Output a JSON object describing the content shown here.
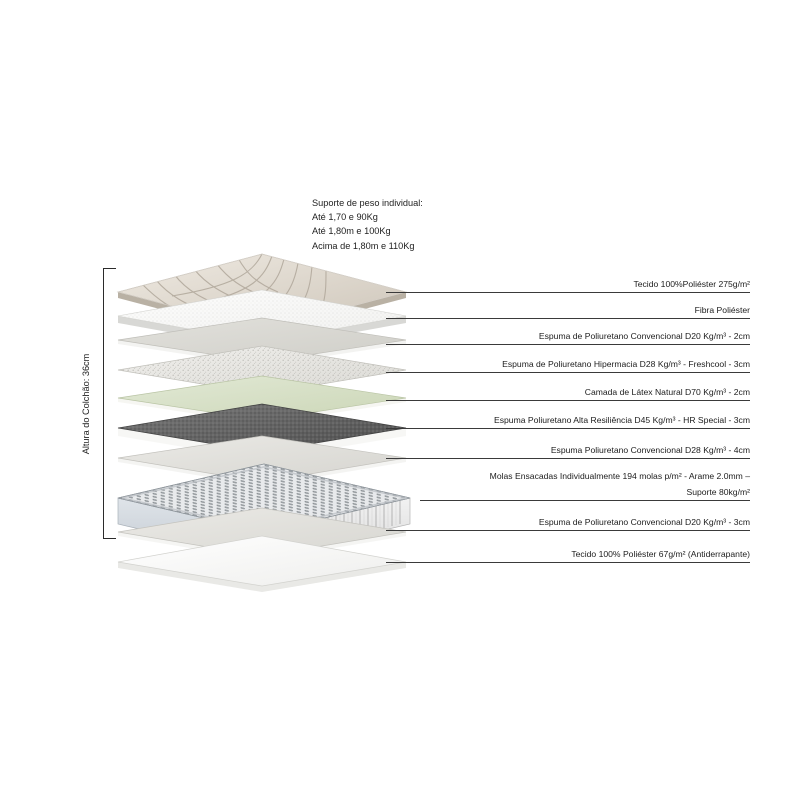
{
  "diagram": {
    "title": "Exploded mattress layer diagram",
    "weight_support": {
      "heading": "Suporte de peso individual:",
      "lines": [
        "Até 1,70 e 90Kg",
        "Até 1,80m e 100Kg",
        "Acima de 1,80m e 110Kg"
      ]
    },
    "height_bracket": {
      "label": "Altura do Colchão: 36cm"
    },
    "layers": [
      {
        "id": "top-cover",
        "label": "Tecido 100%Poliéster 275g/m²",
        "color": "#d9d2c8",
        "type": "quilted-fabric"
      },
      {
        "id": "fiber",
        "label": "Fibra Poliéster",
        "color": "#f3f3f1",
        "type": "fiber"
      },
      {
        "id": "foam-d20-2cm",
        "label": "Espuma de Poliuretano Convencional D20 Kg/m³ - 2cm",
        "color": "#d8d7d2",
        "type": "foam"
      },
      {
        "id": "foam-d28-freshcool",
        "label": "Espuma de Poliuretano Hipermacia D28 Kg/m³ - Freshcool - 3cm",
        "color": "#e3e2de",
        "type": "foam-speckled"
      },
      {
        "id": "latex-d70",
        "label": "Camada de Látex Natural D70 Kg/m³ - 2cm",
        "color": "#d7e0c5",
        "type": "latex"
      },
      {
        "id": "hr-d45",
        "label": "Espuma Poliuretano Alta Resiliência D45 Kg/m³ - HR Special - 3cm",
        "color": "#5f5f5f",
        "type": "foam-dark"
      },
      {
        "id": "foam-d28-4cm",
        "label": "Espuma Poliuretano Convencional D28 Kg/m³ - 4cm",
        "color": "#dddcd7",
        "type": "foam"
      },
      {
        "id": "pocket-springs",
        "label_line1": "Molas Ensacadas Individualmente 194 molas p/m² - Arame 2.0mm –",
        "label_line2": "Suporte 80kg/m²",
        "color": "#ccd3d9",
        "type": "pocket-spring"
      },
      {
        "id": "foam-d20-3cm",
        "label": "Espuma de Poliuretano Convencional D20 Kg/m³ - 3cm",
        "color": "#dedcd6",
        "type": "foam"
      },
      {
        "id": "bottom-cover",
        "label": "Tecido 100% Poliéster 67g/m² (Antiderrapante)",
        "color": "#f6f6f4",
        "type": "fabric"
      }
    ]
  }
}
